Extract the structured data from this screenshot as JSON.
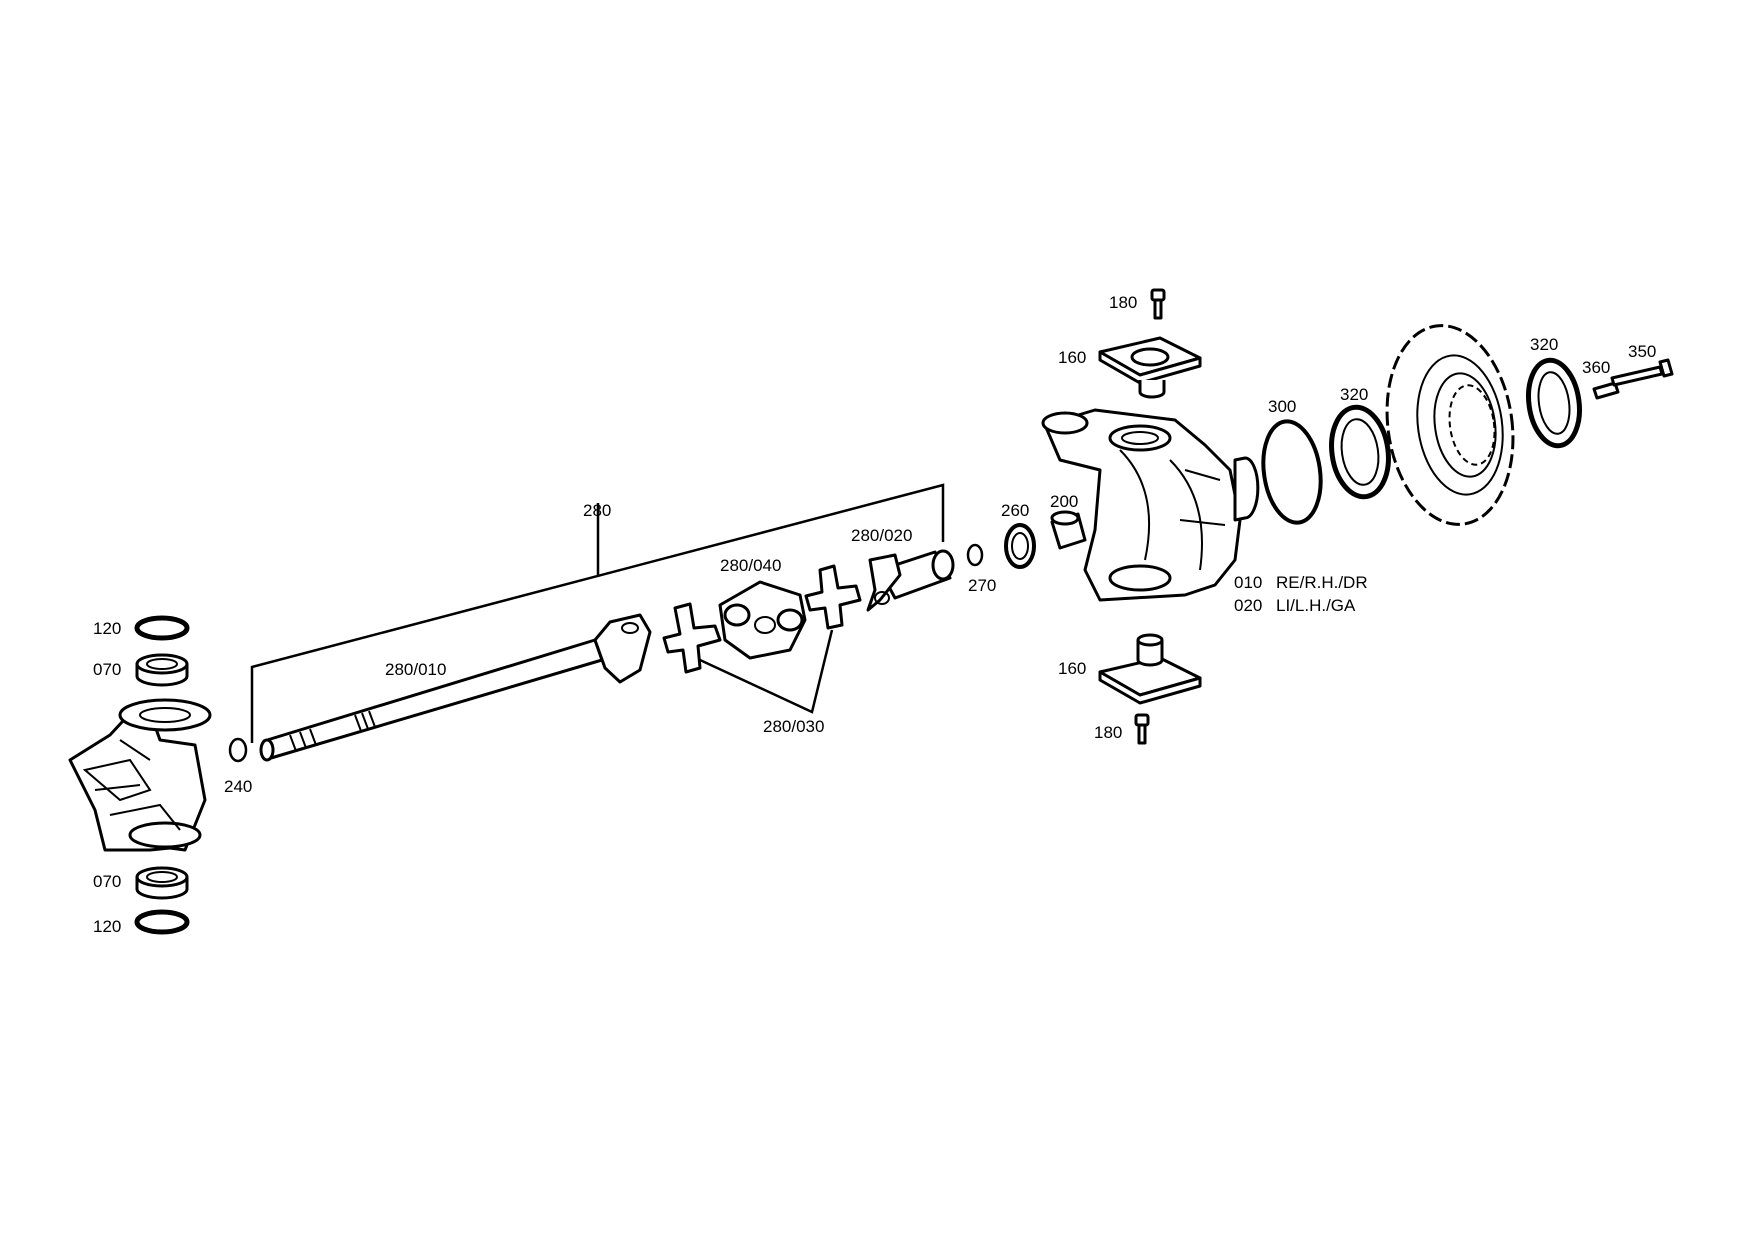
{
  "labels": {
    "l120a": "120",
    "l070a": "070",
    "l070b": "070",
    "l120b": "120",
    "l240": "240",
    "l280": "280",
    "l280_010": "280/010",
    "l280_030": "280/030",
    "l280_040": "280/040",
    "l280_020": "280/020",
    "l270": "270",
    "l260": "260",
    "l200": "200",
    "l180a": "180",
    "l160a": "160",
    "l160b": "160",
    "l180b": "180",
    "l300": "300",
    "l320a": "320",
    "l320b": "320",
    "l360": "360",
    "l350": "350",
    "code010": "010",
    "desc010": "RE/R.H./DR",
    "code020": "020",
    "desc020": "LI/L.H./GA"
  }
}
